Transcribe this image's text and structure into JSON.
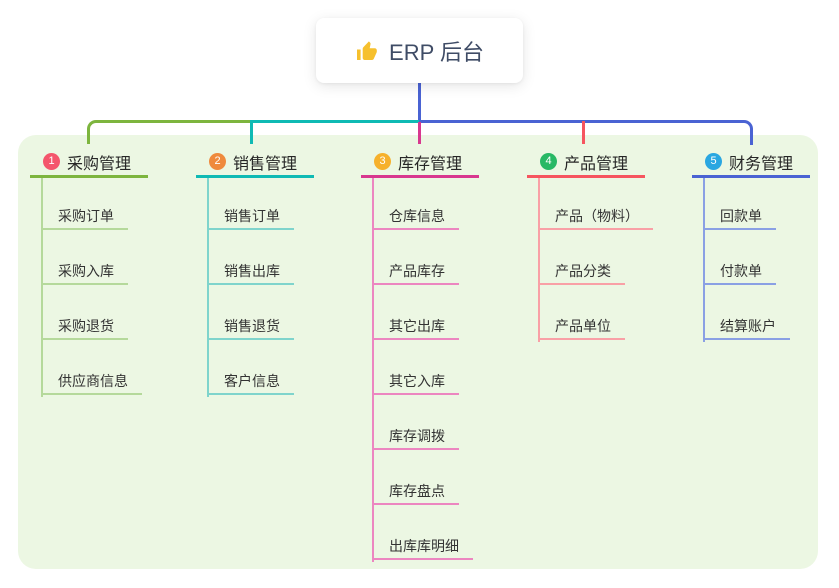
{
  "root": {
    "icon": "thumbs-up-icon",
    "label": "ERP 后台"
  },
  "colors": {
    "root_line": "#4a63d3",
    "hub_green": "#7db53e",
    "hub_teal": "#0fbab4",
    "hub_blue": "#4a63d3",
    "drop_magenta": "#d8388f",
    "drop_red": "#f6555f",
    "panel_bg": "#ecf7e3",
    "icon_gold": "#f6c02d"
  },
  "branches": [
    {
      "number": "1",
      "label": "采购管理",
      "badge_color": "#f4566c",
      "line_color": "#7db53e",
      "child_line_color": "#b5d99b",
      "children": [
        "采购订单",
        "采购入库",
        "采购退货",
        "供应商信息"
      ]
    },
    {
      "number": "2",
      "label": "销售管理",
      "badge_color": "#ef8a3d",
      "line_color": "#0fbab4",
      "child_line_color": "#7fd4cc",
      "children": [
        "销售订单",
        "销售出库",
        "销售退货",
        "客户信息"
      ]
    },
    {
      "number": "3",
      "label": "库存管理",
      "badge_color": "#f6b12c",
      "line_color": "#d8388f",
      "child_line_color": "#ec86c0",
      "children": [
        "仓库信息",
        "产品库存",
        "其它出库",
        "其它入库",
        "库存调拨",
        "库存盘点",
        "出库库明细"
      ]
    },
    {
      "number": "4",
      "label": "产品管理",
      "badge_color": "#28b865",
      "line_color": "#f6555f",
      "child_line_color": "#f9a0a6",
      "children": [
        "产品（物料）",
        "产品分类",
        "产品单位"
      ]
    },
    {
      "number": "5",
      "label": "财务管理",
      "badge_color": "#2aa7e1",
      "line_color": "#4a63d3",
      "child_line_color": "#8aa0e4",
      "children": [
        "回款单",
        "付款单",
        "结算账户"
      ]
    }
  ]
}
